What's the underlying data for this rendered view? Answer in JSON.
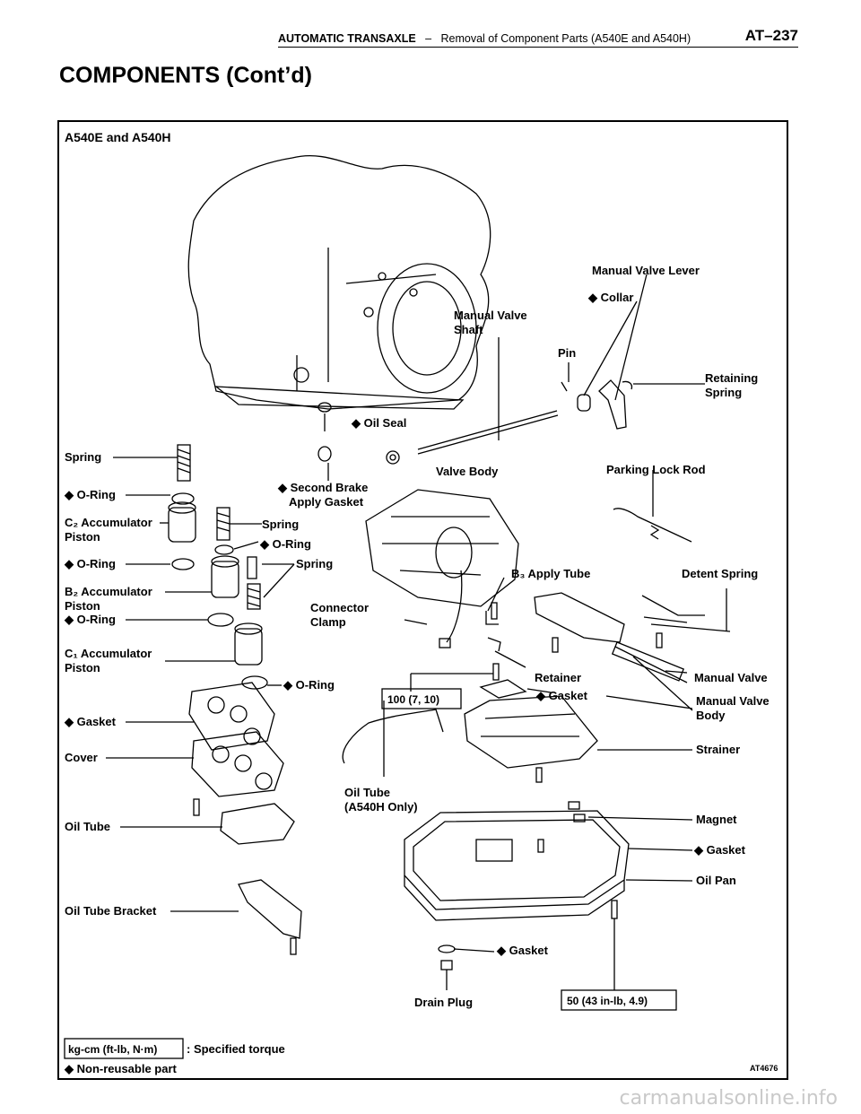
{
  "header": {
    "section": "AUTOMATIC TRANSAXLE",
    "separator": "–",
    "subsection": "Removal of Component Parts (A540E and A540H)",
    "page": "AT–237"
  },
  "title": "COMPONENTS (Cont’d)",
  "diagram": {
    "model_label": "A540E and A540H",
    "figure_code": "AT4676",
    "labels": {
      "manual_valve_lever": "Manual Valve Lever",
      "collar": "◆ Collar",
      "manual_valve_shaft_1": "Manual Valve",
      "manual_valve_shaft_2": "Shaft",
      "pin": "Pin",
      "retaining_spring_1": "Retaining",
      "retaining_spring_2": "Spring",
      "oil_seal": "◆ Oil Seal",
      "spring_top": "Spring",
      "oring_1": "◆ O-Ring",
      "second_brake_1": "◆ Second Brake",
      "second_brake_2": "Apply Gasket",
      "valve_body": "Valve Body",
      "parking_lock_rod": "Parking Lock Rod",
      "c2_piston_1": "C₂ Accumulator",
      "c2_piston_2": "Piston",
      "spring_mid": "Spring",
      "oring_2": "◆ O-Ring",
      "oring_3": "◆ O-Ring",
      "spring_low": "Spring",
      "b2_piston_1": "B₂ Accumulator",
      "b2_piston_2": "Piston",
      "b3_apply_tube": "B₃ Apply Tube",
      "detent_spring": "Detent Spring",
      "connector_clamp_1": "Connector",
      "connector_clamp_2": "Clamp",
      "oring_4": "◆ O-Ring",
      "c1_piston_1": "C₁ Accumulator",
      "c1_piston_2": "Piston",
      "retainer": "Retainer",
      "manual_valve": "Manual Valve",
      "oring_5": "◆ O-Ring",
      "torque_100": "100 (7, 10)",
      "gasket_1": "◆ Gasket",
      "manual_valve_body_1": "Manual Valve",
      "manual_valve_body_2": "Body",
      "gasket_2": "◆ Gasket",
      "cover": "Cover",
      "strainer": "Strainer",
      "oil_tube_a540h_1": "Oil Tube",
      "oil_tube_a540h_2": "(A540H Only)",
      "oil_tube": "Oil Tube",
      "magnet": "Magnet",
      "gasket_3": "◆ Gasket",
      "oil_pan": "Oil Pan",
      "oil_tube_bracket": "Oil Tube Bracket",
      "gasket_4": "◆ Gasket",
      "drain_plug": "Drain Plug",
      "torque_50": "50 (43 in-lb, 4.9)"
    },
    "legend": {
      "torque_unit": "kg-cm (ft-lb, N·m)",
      "torque_desc": ": Specified torque",
      "nonreusable": "◆ Non-reusable part"
    }
  },
  "watermark": "carmanualsonline.info"
}
